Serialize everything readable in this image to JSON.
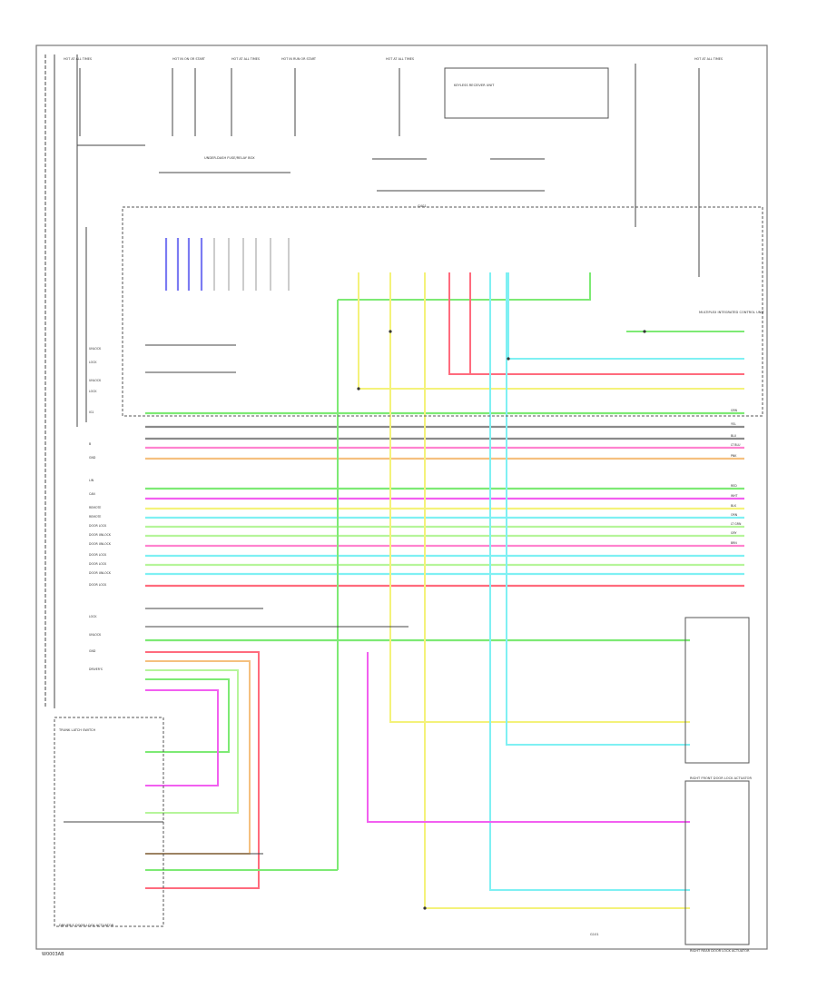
{
  "diagram": {
    "footer_code": "W0003AB",
    "fuse_labels": [
      "HOT AT ALL TIMES",
      "HOT IN ON OR START",
      "HOT AT ALL TIMES",
      "HOT IN RUN OR START",
      "HOT AT ALL TIMES",
      "HOT AT ALL TIMES"
    ],
    "blocks": {
      "fuse_box": "UNDER-DASH FUSE/RELAY BOX",
      "keyless": "KEYLESS RECEIVER UNIT",
      "mics": "MULTIPLEX INTEGRATED CONTROL UNIT",
      "door_lock_main": "DRIVER'S DOOR LOCK ACTUATOR",
      "door_lock_rr": "RIGHT REAR DOOR LOCK ACTUATOR",
      "door_lock_rf": "RIGHT FRONT DOOR LOCK ACTUATOR",
      "trunk": "TRUNK LATCH SWITCH"
    },
    "left_labels": [
      "UNLOCK",
      "LOCK",
      "UNLOCK",
      "LOCK",
      "IG1",
      "B",
      "GND",
      "LIN",
      "CAN",
      "REMOTE",
      "REMOTE",
      "DOOR LOCK",
      "DOOR UNLOCK",
      "DOOR UNLOCK",
      "DOOR LOCK",
      "DOOR LOCK",
      "DOOR UNLOCK",
      "DOOR LOCK",
      "LOCK",
      "UNLOCK",
      "GND",
      "DRIVER'S"
    ],
    "wire_codes": [
      "GRN",
      "YEL",
      "BLU",
      "LT BLU",
      "PNK",
      "RED",
      "WHT",
      "BLK",
      "ORN",
      "LT GRN",
      "GRY",
      "BRN"
    ],
    "splice": "G401",
    "ground": "G101"
  }
}
